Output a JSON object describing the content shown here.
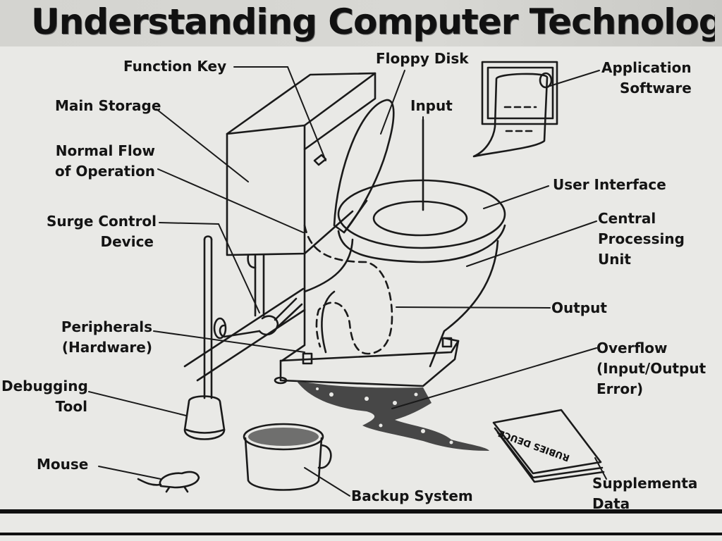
{
  "title": "Understanding Computer Technology",
  "labels": {
    "function_key": "Function Key",
    "floppy_disk": "Floppy Disk",
    "application_software": [
      "Application",
      "Software"
    ],
    "main_storage": "Main Storage",
    "input": "Input",
    "normal_flow": [
      "Normal Flow",
      "of Operation"
    ],
    "user_interface": "User Interface",
    "cpu": [
      "Central",
      "Processing",
      "Unit"
    ],
    "surge_control": [
      "Surge Control",
      "Device"
    ],
    "output": "Output",
    "peripherals": [
      "Peripherals",
      "(Hardware)"
    ],
    "overflow": [
      "Overflow",
      "(Input/Output",
      "Error)"
    ],
    "debugging_tool": [
      "Debugging",
      "Tool"
    ],
    "mouse": "Mouse",
    "backup_system": "Backup System",
    "supplemental_data": [
      "Supplementa",
      "Data"
    ]
  },
  "paper_text": "RUBIES DEUCE"
}
